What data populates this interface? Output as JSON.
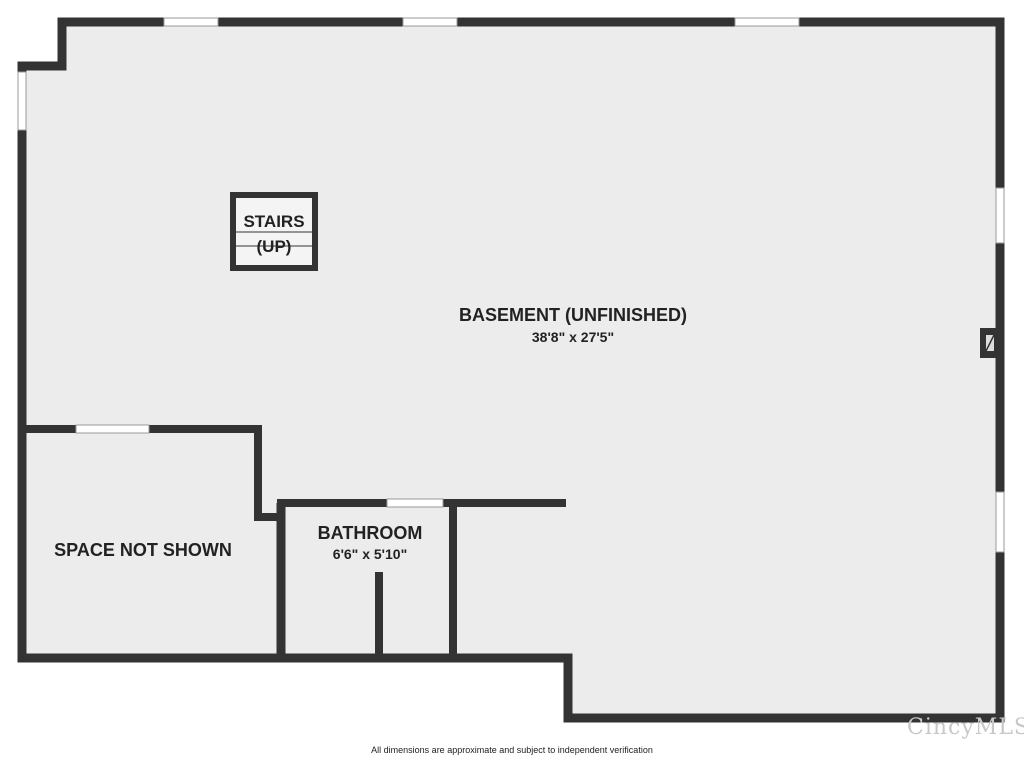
{
  "rooms": {
    "basement": {
      "name": "BASEMENT (UNFINISHED)",
      "dimensions": "38'8\" x 27'5\""
    },
    "stairs": {
      "line1": "STAIRS",
      "line2": "(UP)"
    },
    "bathroom": {
      "name": "BATHROOM",
      "dimensions": "6'6\" x 5'10\""
    },
    "space": {
      "name": "SPACE NOT SHOWN"
    }
  },
  "footer": {
    "disclaimer": "All dimensions are approximate and subject to independent verification"
  },
  "watermark": {
    "text": "CincyMLS"
  },
  "colors": {
    "wall": "#333333",
    "floor": "#ececec",
    "window": "#ffffff",
    "background": "#ffffff"
  }
}
